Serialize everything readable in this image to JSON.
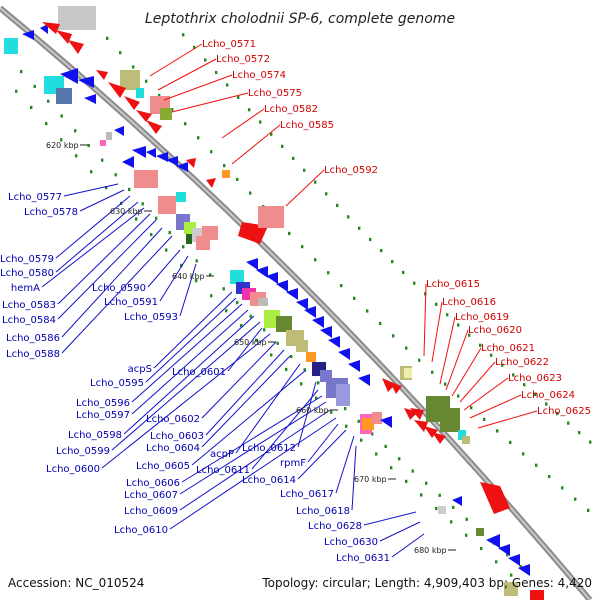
{
  "title": "Leptothrix cholodnii SP-6, complete genome",
  "footer": {
    "accession": "Accession: NC_010524",
    "topology": "Topology: circular; Length: 4,909,403 bp; Genes: 4,420"
  },
  "kbp_ticks": [
    "620 kbp",
    "630 kbp",
    "640 kbp",
    "650 kbp",
    "660 kbp",
    "670 kbp",
    "680 kbp"
  ],
  "red_labels": [
    "Lcho_0571",
    "Lcho_0572",
    "Lcho_0574",
    "Lcho_0575",
    "Lcho_0582",
    "Lcho_0585",
    "Lcho_0592",
    "Lcho_0615",
    "Lcho_0616",
    "Lcho_0619",
    "Lcho_0620",
    "Lcho_0621",
    "Lcho_0622",
    "Lcho_0623",
    "Lcho_0624",
    "Lcho_0625"
  ],
  "blue_labels": [
    "Lcho_0577",
    "Lcho_0578",
    "Lcho_0579",
    "Lcho_0580",
    "hemA",
    "Lcho_0583",
    "Lcho_0584",
    "Lcho_0586",
    "Lcho_0588",
    "Lcho_0590",
    "Lcho_0591",
    "Lcho_0593",
    "acpS",
    "Lcho_0595",
    "Lcho_0601",
    "Lcho_0596",
    "Lcho_0597",
    "Lcho_0598",
    "Lcho_0599",
    "Lcho_0600",
    "Lcho_0602",
    "Lcho_0603",
    "Lcho_0604",
    "acpP",
    "Lcho_0605",
    "Lcho_0612",
    "Lcho_0611",
    "Lcho_0606",
    "Lcho_0607",
    "Lcho_0609",
    "Lcho_0610",
    "rpmF",
    "Lcho_0614",
    "Lcho_0617",
    "Lcho_0618",
    "Lcho_0628",
    "Lcho_0630",
    "Lcho_0631"
  ],
  "colors": {
    "forward": "#ee1111",
    "reverse": "#1111ee",
    "backbone": "#999999",
    "dots": "#228822"
  }
}
